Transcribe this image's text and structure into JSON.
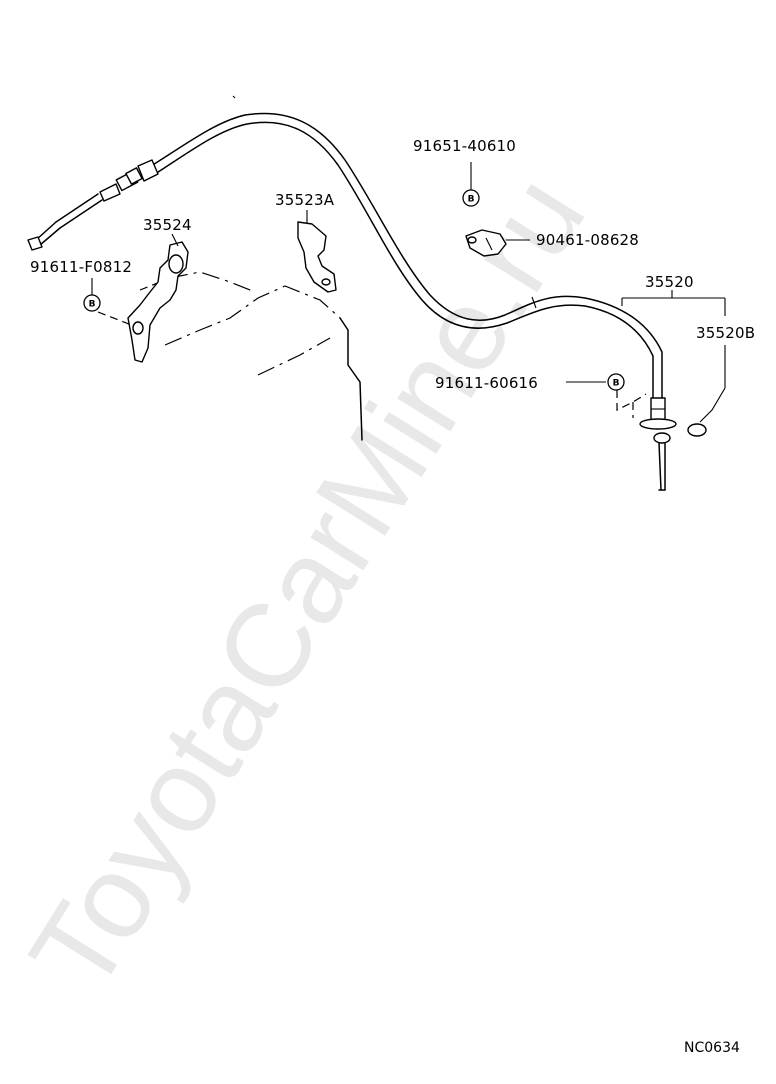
{
  "watermark": "ToyotaCarMine.ru",
  "diagram_code": "NC0634",
  "bolt_marker": "B",
  "labels": {
    "p91651": "91651-40610",
    "p90461": "90461-08628",
    "p35524": "35524",
    "p35523A": "35523A",
    "p91611f": "91611-F0812",
    "p35520": "35520",
    "p35520B": "35520B",
    "p91611_6": "91611-60616"
  }
}
